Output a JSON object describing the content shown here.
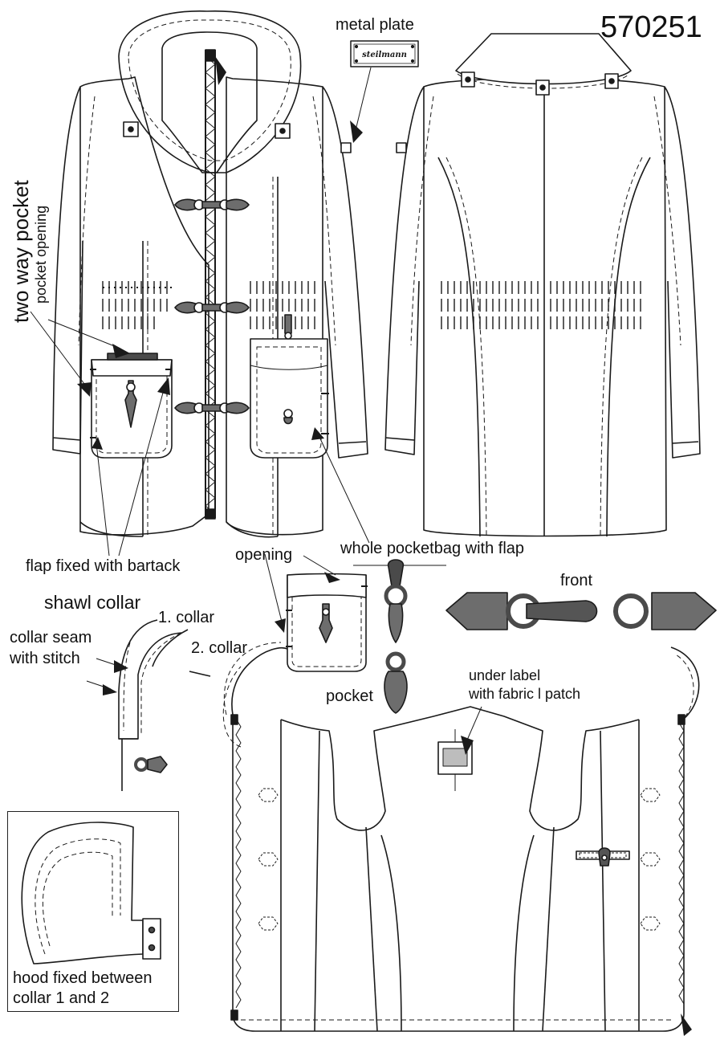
{
  "style_number": "570251",
  "labels": {
    "metal_plate": "metal plate",
    "plate_brand": "steilmann",
    "two_way_pocket": "two way pocket",
    "pocket_opening": "pocket opening",
    "flap_fixed_bartack": "flap fixed with bartack",
    "opening": "opening",
    "whole_pocketbag": "whole pocketbag with flap",
    "front": "front",
    "shawl_collar": "shawl collar",
    "collar_1": "1. collar",
    "collar_2": "2. collar",
    "collar_seam_line1": "collar seam",
    "collar_seam_line2": "with stitch",
    "pocket": "pocket",
    "under_label_line1": "under label",
    "under_label_line2": "with fabric l patch",
    "hood_line1": "hood fixed between",
    "hood_line2": "collar 1 and 2"
  },
  "colors": {
    "line": "#1a1a1a",
    "toggle_fill": "#6d6d6d",
    "dark_grey": "#4a4a4a",
    "label_patch": "#bdbdbd",
    "zipper_tape": "#3a3a3a"
  }
}
